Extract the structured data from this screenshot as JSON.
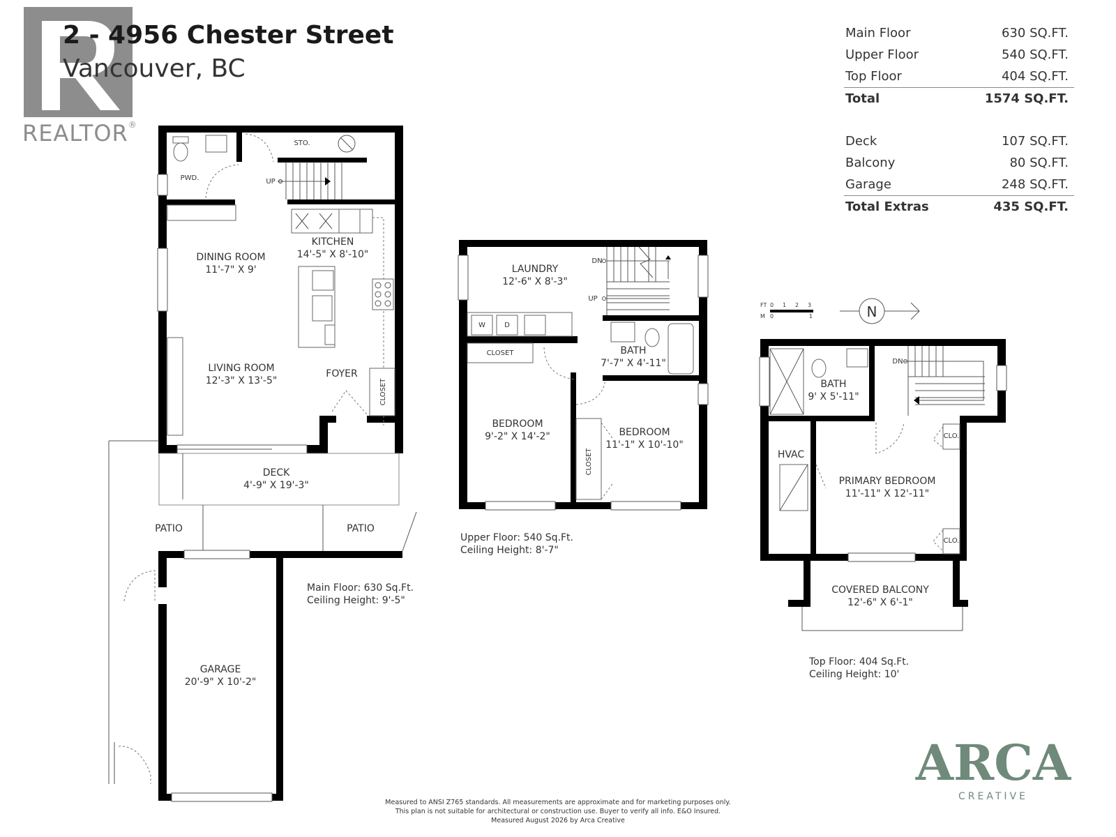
{
  "header": {
    "title": "2 - 4956 Chester Street",
    "subtitle": "Vancouver, BC"
  },
  "realtor_logo": {
    "text": "REALTOR",
    "mark": "®",
    "letter": "R"
  },
  "area_summary": {
    "floors": [
      {
        "label": "Main Floor",
        "value": "630 SQ.FT."
      },
      {
        "label": "Upper Floor",
        "value": "540 SQ.FT."
      },
      {
        "label": "Top Floor",
        "value": "404 SQ.FT."
      }
    ],
    "total": {
      "label": "Total",
      "value": "1574 SQ.FT."
    },
    "extras": [
      {
        "label": "Deck",
        "value": "107 SQ.FT."
      },
      {
        "label": "Balcony",
        "value": "80 SQ.FT."
      },
      {
        "label": "Garage",
        "value": "248 SQ.FT."
      }
    ],
    "total_extras": {
      "label": "Total Extras",
      "value": "435 SQ.FT."
    }
  },
  "main_floor": {
    "rooms": {
      "sto": "STO.",
      "pwd": "PWD.",
      "up": "UP",
      "kitchen_name": "KITCHEN",
      "kitchen_dims": "14'-5\" X 8'-10\"",
      "dining_name": "DINING ROOM",
      "dining_dims": "11'-7\" X 9'",
      "living_name": "LIVING ROOM",
      "living_dims": "12'-3\" X 13'-5\"",
      "foyer": "FOYER",
      "closet": "CLOSET",
      "deck_name": "DECK",
      "deck_dims": "4'-9\" X 19'-3\"",
      "patio_left": "PATIO",
      "patio_right": "PATIO",
      "garage_name": "GARAGE",
      "garage_dims": "20'-9\" X 10'-2\""
    },
    "note_area": "Main Floor: 630 Sq.Ft.",
    "note_ceiling": "Ceiling Height: 9'-5\""
  },
  "upper_floor": {
    "rooms": {
      "laundry_name": "LAUNDRY",
      "laundry_dims": "12'-6\" X 8'-3\"",
      "dn": "DN",
      "up": "UP",
      "w": "W",
      "d": "D",
      "closet": "CLOSET",
      "closet_vertical": "CLOSET",
      "bath_name": "BATH",
      "bath_dims": "7'-7\" X 4'-11\"",
      "bedroom1_name": "BEDROOM",
      "bedroom1_dims": "9'-2\" X 14'-2\"",
      "bedroom2_name": "BEDROOM",
      "bedroom2_dims": "11'-1\" X 10'-10\""
    },
    "note_area": "Upper Floor: 540 Sq.Ft.",
    "note_ceiling": "Ceiling Height: 8'-7\""
  },
  "top_floor": {
    "rooms": {
      "bath_name": "BATH",
      "bath_dims": "9' X 5'-11\"",
      "dn": "DN",
      "clo_top": "CLO.",
      "clo_bottom": "CLO.",
      "hvac": "HVAC",
      "primary_name": "PRIMARY BEDROOM",
      "primary_dims": "11'-11\" X 12'-11\"",
      "balcony_name": "COVERED BALCONY",
      "balcony_dims": "12'-6\" X 6'-1\""
    },
    "note_area": "Top Floor: 404 Sq.Ft.",
    "note_ceiling": "Ceiling Height: 10'"
  },
  "scale_bar": {
    "ft_label": "FT",
    "m_label": "M",
    "ft_ticks": [
      "0",
      "1",
      "2",
      "3"
    ],
    "m_ticks": [
      "0",
      "1"
    ],
    "north": "N"
  },
  "footer": {
    "line1": "Measured to ANSI Z765 standards. All measurements are approximate and for marketing purposes only.",
    "line2": "This plan is not suitable for architectural or construction use. Buyer to verify all info. E&O Insured.",
    "line3": "Measured August 2026 by Arca Creative"
  },
  "brand": {
    "name": "ARCA",
    "tagline": "CREATIVE",
    "color": "#6f8a7a"
  },
  "colors": {
    "wall": "#000000",
    "realtor_grey": "#8d8d8d"
  }
}
